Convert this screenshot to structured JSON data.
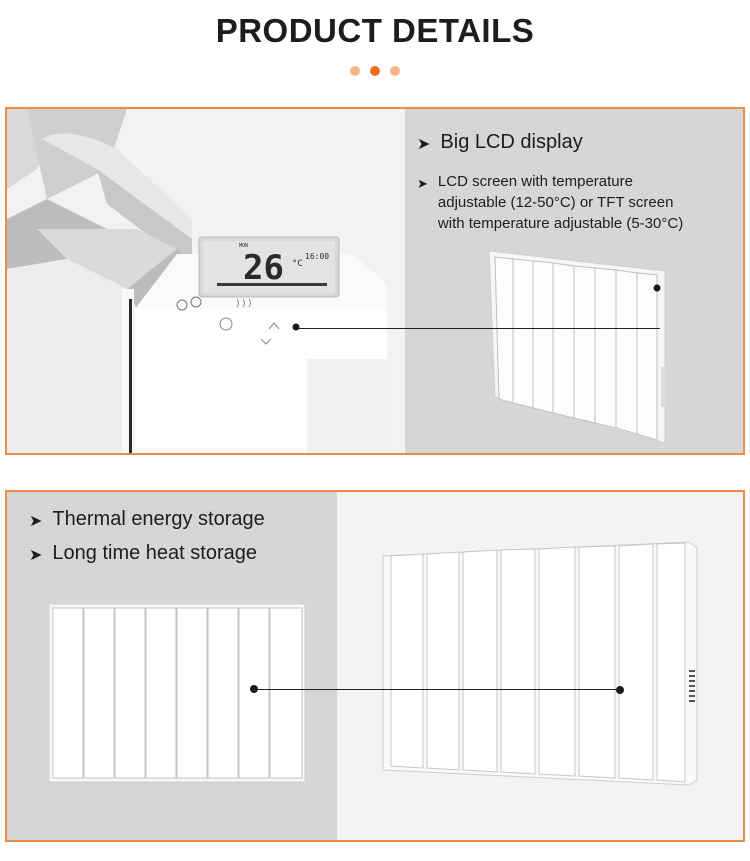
{
  "header": {
    "title": "PRODUCT DETAILS",
    "dot_colors": [
      "#f6b48a",
      "#f26a1f",
      "#f6b48a"
    ]
  },
  "section1": {
    "bullets": [
      {
        "arrow": "➤",
        "text": "Big LCD display"
      },
      {
        "arrow": "➤",
        "lines": [
          "LCD screen with temperature",
          "adjustable (12-50°C) or TFT screen",
          "with temperature adjustable (5-30°C)"
        ]
      }
    ],
    "lcd": {
      "temperature": "26",
      "unit": "°C",
      "time": "16:00",
      "mode_label": "MON"
    }
  },
  "section2": {
    "bullets": [
      {
        "arrow": "➤",
        "text": "Thermal energy storage"
      },
      {
        "arrow": "➤",
        "text": "Long time heat storage"
      }
    ]
  },
  "colors": {
    "accent_border": "#f08a45",
    "panel_left_bg": "#ffffff",
    "panel_gray_bg": "#d6d6d6",
    "text": "#1d1d1d"
  }
}
